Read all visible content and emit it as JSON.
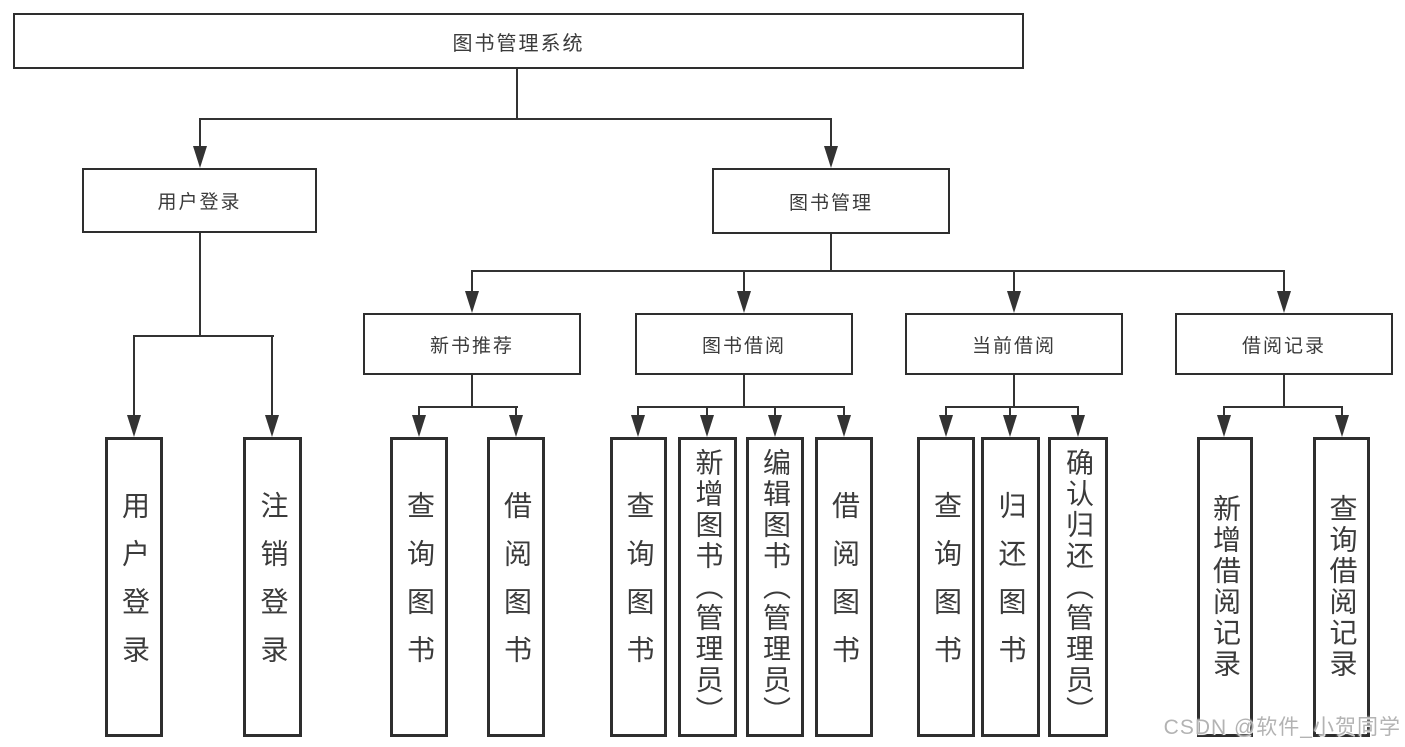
{
  "nodes": {
    "root": "图书管理系统",
    "user_login": "用户登录",
    "book_mgmt": "图书管理",
    "new_book_rec": "新书推荐",
    "book_borrow": "图书借阅",
    "current_borrow": "当前借阅",
    "borrow_records": "借阅记录",
    "ul_login": "用户登录",
    "ul_logout": "注销登录",
    "nbr_query_book": "查询图书",
    "nbr_borrow_book": "借阅图书",
    "bb_query_book": "查询图书",
    "bb_add_book": "新增图书（管理员）",
    "bb_edit_book": "编辑图书（管理员）",
    "bb_borrow_book": "借阅图书",
    "cb_query_book": "查询图书",
    "cb_return_book": "归还图书",
    "cb_confirm_return": "确认归还（管理员）",
    "br_add_record": "新增借阅记录",
    "br_query_record": "查询借阅记录"
  },
  "watermark": "CSDN @软件_小贺同学",
  "colors": {
    "line": "#333333",
    "text": "#3b3b3b",
    "background": "#ffffff",
    "watermark": "#b3b3b3"
  }
}
